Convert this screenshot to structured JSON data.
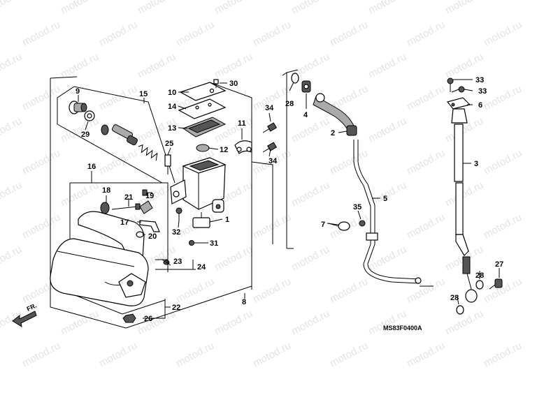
{
  "watermark": "motod.ru",
  "diagram_code": "MS83F0400A",
  "front_label": "FR.",
  "callouts": {
    "c1": "1",
    "c2": "2",
    "c3": "3",
    "c4": "4",
    "c5": "5",
    "c6": "6",
    "c7": "7",
    "c8": "8",
    "c9": "9",
    "c10": "10",
    "c11": "11",
    "c12": "12",
    "c13": "13",
    "c14": "14",
    "c15": "15",
    "c16": "16",
    "c17": "17",
    "c18": "18",
    "c19": "19",
    "c20": "20",
    "c21": "21",
    "c22": "22",
    "c23": "23",
    "c24": "24",
    "c25": "25",
    "c26": "26",
    "c27": "27",
    "c28a": "28",
    "c28b": "28",
    "c28c": "28",
    "c29": "29",
    "c30": "30",
    "c31": "31",
    "c32": "32",
    "c33a": "33",
    "c33b": "33",
    "c34a": "34",
    "c34b": "34",
    "c35": "35"
  }
}
